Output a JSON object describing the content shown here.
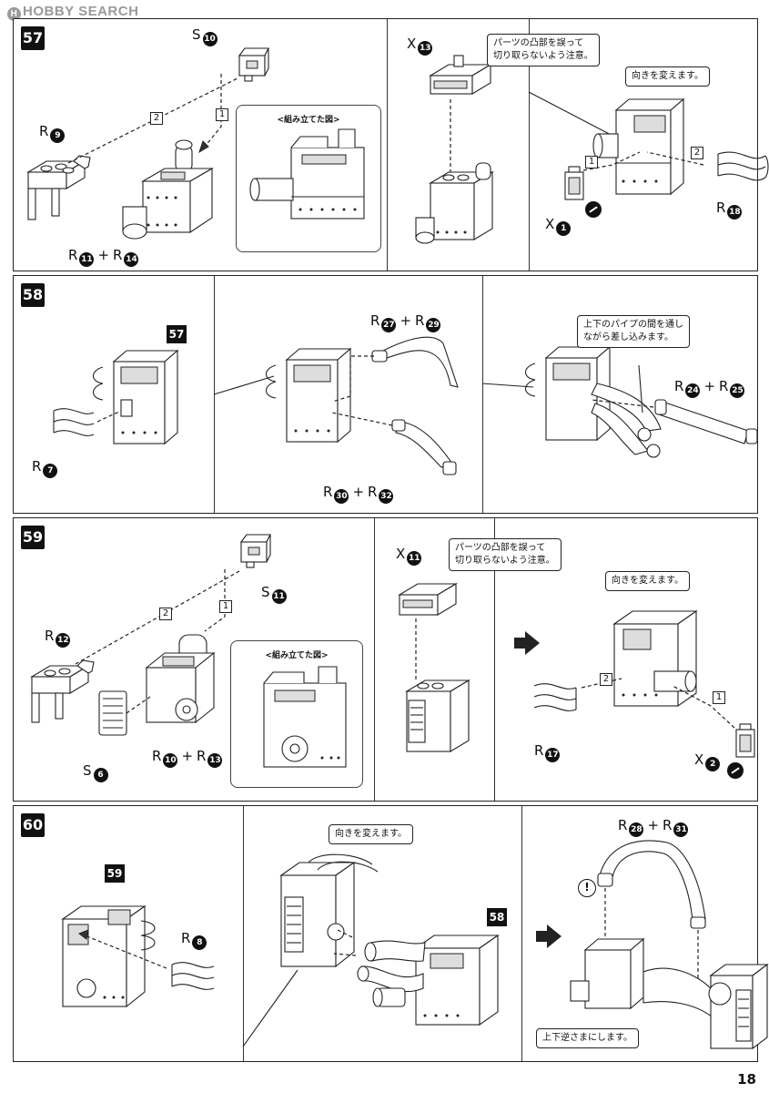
{
  "watermark": "HOBBY SEARCH",
  "page_number": "18",
  "steps": [
    {
      "number": "57",
      "labels": {
        "s10": {
          "letter": "S",
          "num": "10"
        },
        "r9": {
          "letter": "R",
          "num": "9"
        },
        "r11": {
          "letter": "R",
          "num": "11"
        },
        "r14": {
          "letter": "R",
          "num": "14"
        },
        "x13": {
          "letter": "X",
          "num": "13"
        },
        "x1": {
          "letter": "X",
          "num": "1"
        },
        "r18": {
          "letter": "R",
          "num": "18"
        }
      },
      "inset_title": "<組み立てた図>",
      "callout_caution": "パーツの凸部を誤って\n切り取らないよう注意。",
      "callout_rotate": "向きを変えます。",
      "seq": [
        "1",
        "2"
      ]
    },
    {
      "number": "58",
      "ref": "57",
      "labels": {
        "r7": {
          "letter": "R",
          "num": "7"
        },
        "r27": {
          "letter": "R",
          "num": "27"
        },
        "r29": {
          "letter": "R",
          "num": "29"
        },
        "r30": {
          "letter": "R",
          "num": "30"
        },
        "r32": {
          "letter": "R",
          "num": "32"
        },
        "r24": {
          "letter": "R",
          "num": "24"
        },
        "r25": {
          "letter": "R",
          "num": "25"
        }
      },
      "callout_insert": "上下のパイプの間を通し\nながら差し込みます。"
    },
    {
      "number": "59",
      "labels": {
        "s11": {
          "letter": "S",
          "num": "11"
        },
        "r12": {
          "letter": "R",
          "num": "12"
        },
        "r10": {
          "letter": "R",
          "num": "10"
        },
        "r13": {
          "letter": "R",
          "num": "13"
        },
        "s6": {
          "letter": "S",
          "num": "6"
        },
        "x11": {
          "letter": "X",
          "num": "11"
        },
        "r17": {
          "letter": "R",
          "num": "17"
        },
        "x2": {
          "letter": "X",
          "num": "2"
        }
      },
      "inset_title": "<組み立てた図>",
      "callout_caution": "パーツの凸部を誤って\n切り取らないよう注意。",
      "callout_rotate": "向きを変えます。"
    },
    {
      "number": "60",
      "ref_a": "59",
      "ref_b": "58",
      "labels": {
        "r8": {
          "letter": "R",
          "num": "8"
        },
        "r28": {
          "letter": "R",
          "num": "28"
        },
        "r31": {
          "letter": "R",
          "num": "31"
        }
      },
      "callout_rotate": "向きを変えます。",
      "callout_flip": "上下逆さまにします。",
      "warn": "!"
    }
  ]
}
